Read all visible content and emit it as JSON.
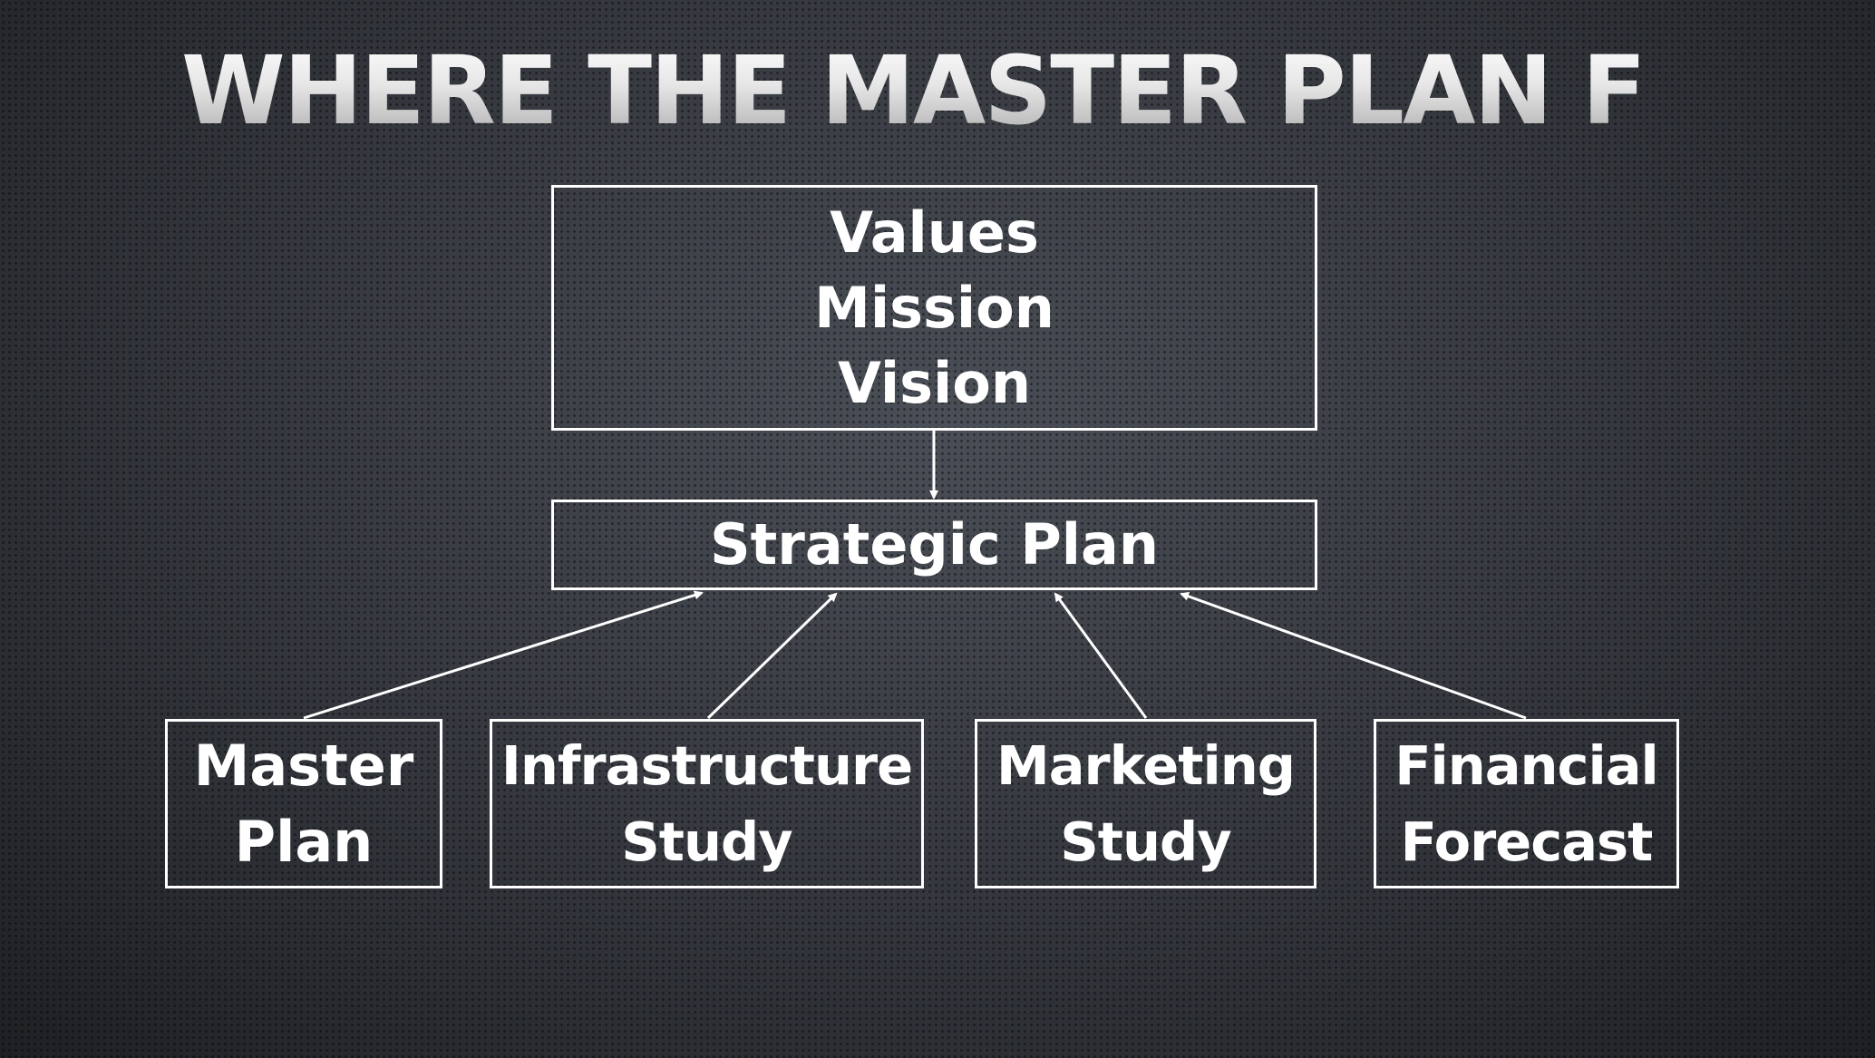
{
  "title": "WHERE THE MASTER PLAN FITS",
  "top_box": {
    "lines": [
      "Values",
      "Mission",
      "Vision"
    ]
  },
  "middle_box": {
    "label": "Strategic Plan"
  },
  "bottom_boxes": [
    {
      "lines": [
        "Master",
        "Plan"
      ]
    },
    {
      "lines": [
        "Infrastructure",
        "Study"
      ]
    },
    {
      "lines": [
        "Marketing",
        "Study"
      ]
    },
    {
      "lines": [
        "Financial",
        "Forecast"
      ]
    }
  ],
  "colors": {
    "background": "#34373d",
    "box_border": "#ffffff",
    "text": "#ffffff",
    "arrow": "#ffffff"
  }
}
